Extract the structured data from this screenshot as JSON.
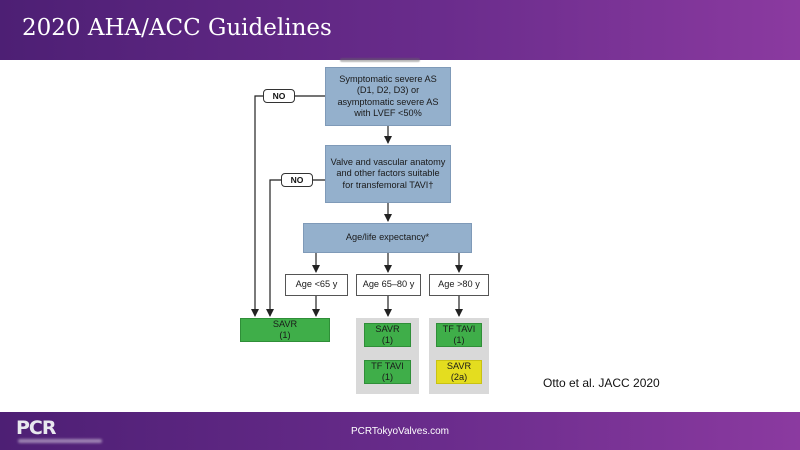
{
  "header": {
    "title": "2020 AHA/ACC Guidelines"
  },
  "footer": {
    "logo_text": "PCR",
    "url": "PCRTokyoValves.com"
  },
  "flowchart": {
    "start_box": [
      "Symptomatic severe AS",
      "(D1, D2, D3) or",
      "asymptomatic severe AS",
      "with LVEF <50%"
    ],
    "anatomy_box": [
      "Valve and vascular anatomy",
      "and other factors suitable",
      "for transfemoral TAVI†"
    ],
    "age_box": "Age/life expectancy*",
    "no_label": "NO",
    "age_groups": [
      {
        "label": "Age <65 y"
      },
      {
        "label": "Age 65–80 y"
      },
      {
        "label": "Age >80 y"
      }
    ],
    "outcomes": {
      "savr_main": [
        "SAVR",
        "(1)"
      ],
      "mid_top": [
        "SAVR",
        "(1)"
      ],
      "mid_bottom": [
        "TF TAVI",
        "(1)"
      ],
      "right_top": [
        "TF TAVI",
        "(1)"
      ],
      "right_bottom": [
        "SAVR",
        "(2a)"
      ]
    },
    "colors": {
      "decision_box": "#94b0cc",
      "class_1": "#3fae49",
      "class_2a": "#e4dd1f",
      "panel": "#d9d9d9"
    }
  },
  "citation": "Otto et al. JACC 2020"
}
